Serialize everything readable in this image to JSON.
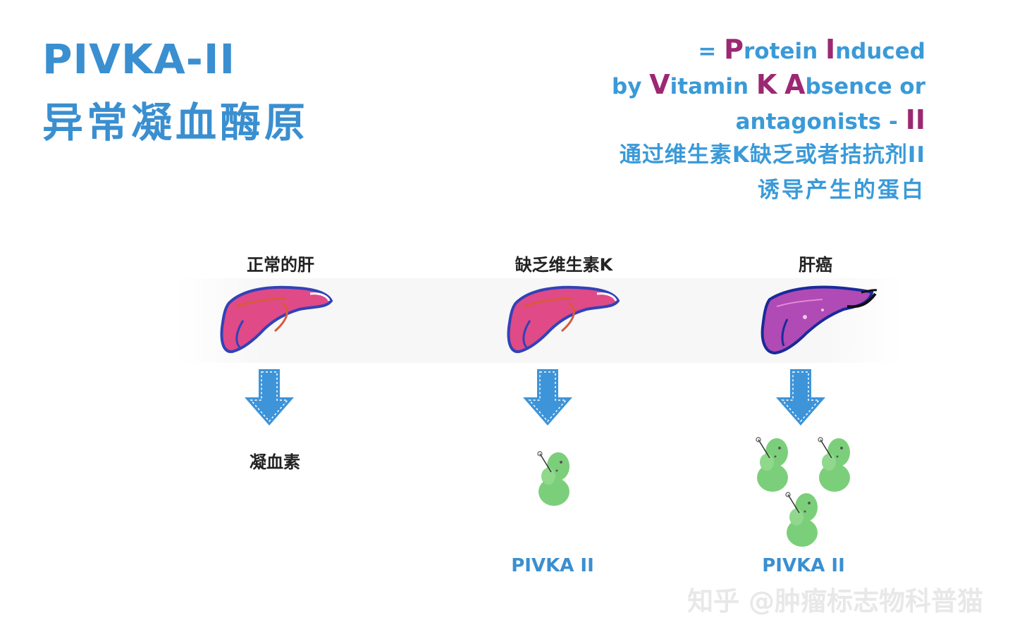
{
  "title": {
    "en": "PIVKA-II",
    "zh": "异常凝血酶原"
  },
  "definition": {
    "prefix": "= ",
    "line1": [
      {
        "t": "P",
        "m": true
      },
      {
        "t": "rotein ",
        "m": false
      },
      {
        "t": "I",
        "m": true
      },
      {
        "t": "nduced",
        "m": false
      }
    ],
    "line2": [
      {
        "t": "by ",
        "m": false
      },
      {
        "t": "V",
        "m": true
      },
      {
        "t": "itamin ",
        "m": false
      },
      {
        "t": "K",
        "m": true
      },
      {
        "t": " ",
        "m": false
      },
      {
        "t": "A",
        "m": true
      },
      {
        "t": "bsence or",
        "m": false
      }
    ],
    "line3": [
      {
        "t": "antagonists - ",
        "m": false
      },
      {
        "t": "II",
        "m": true
      }
    ],
    "zh_line1": "通过维生素K缺乏或者拮抗剂II",
    "zh_line2": "诱导产生的蛋白"
  },
  "columns": [
    {
      "label": "正常的肝",
      "result": "凝血素",
      "liver": "normal"
    },
    {
      "label": "缺乏维生素K",
      "result": "PIVKA II",
      "liver": "normal"
    },
    {
      "label": "肝癌",
      "result": "PIVKA II",
      "liver": "cancer"
    }
  ],
  "colors": {
    "title_blue": "#3a8fd0",
    "magenta": "#9c2873",
    "arrow_blue": "#3d94d9",
    "liver_pink": "#e04a86",
    "liver_cancer": "#b04ab4",
    "protein_green": "#7ccf7a"
  },
  "watermark": "知乎 @肿瘤标志物科普猫"
}
